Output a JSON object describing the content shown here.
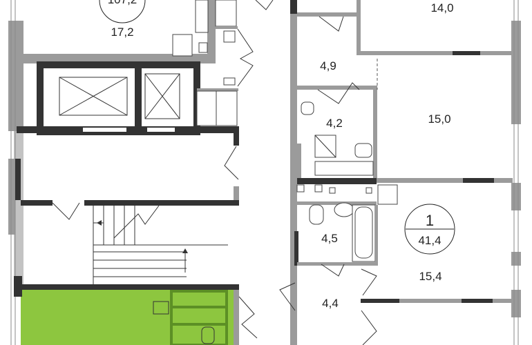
{
  "plan": {
    "rooms": [
      {
        "id": "room-17-2",
        "area": "17,2"
      },
      {
        "id": "room-14-0",
        "area": "14,0"
      },
      {
        "id": "room-4-9",
        "area": "4,9"
      },
      {
        "id": "room-4-2",
        "area": "4,2"
      },
      {
        "id": "room-15-0",
        "area": "15,0"
      },
      {
        "id": "room-4-5",
        "area": "4,5"
      },
      {
        "id": "room-15-4",
        "area": "15,4"
      },
      {
        "id": "room-4-4",
        "area": "4,4"
      }
    ],
    "apartments": [
      {
        "number": "1",
        "total_area": "41,4"
      },
      {
        "number": "",
        "total_area": "107,2"
      }
    ]
  },
  "colors": {
    "wall_gray": "#9b9b9b",
    "wall_dark": "#333333",
    "highlight_green": "#8dc63f"
  }
}
